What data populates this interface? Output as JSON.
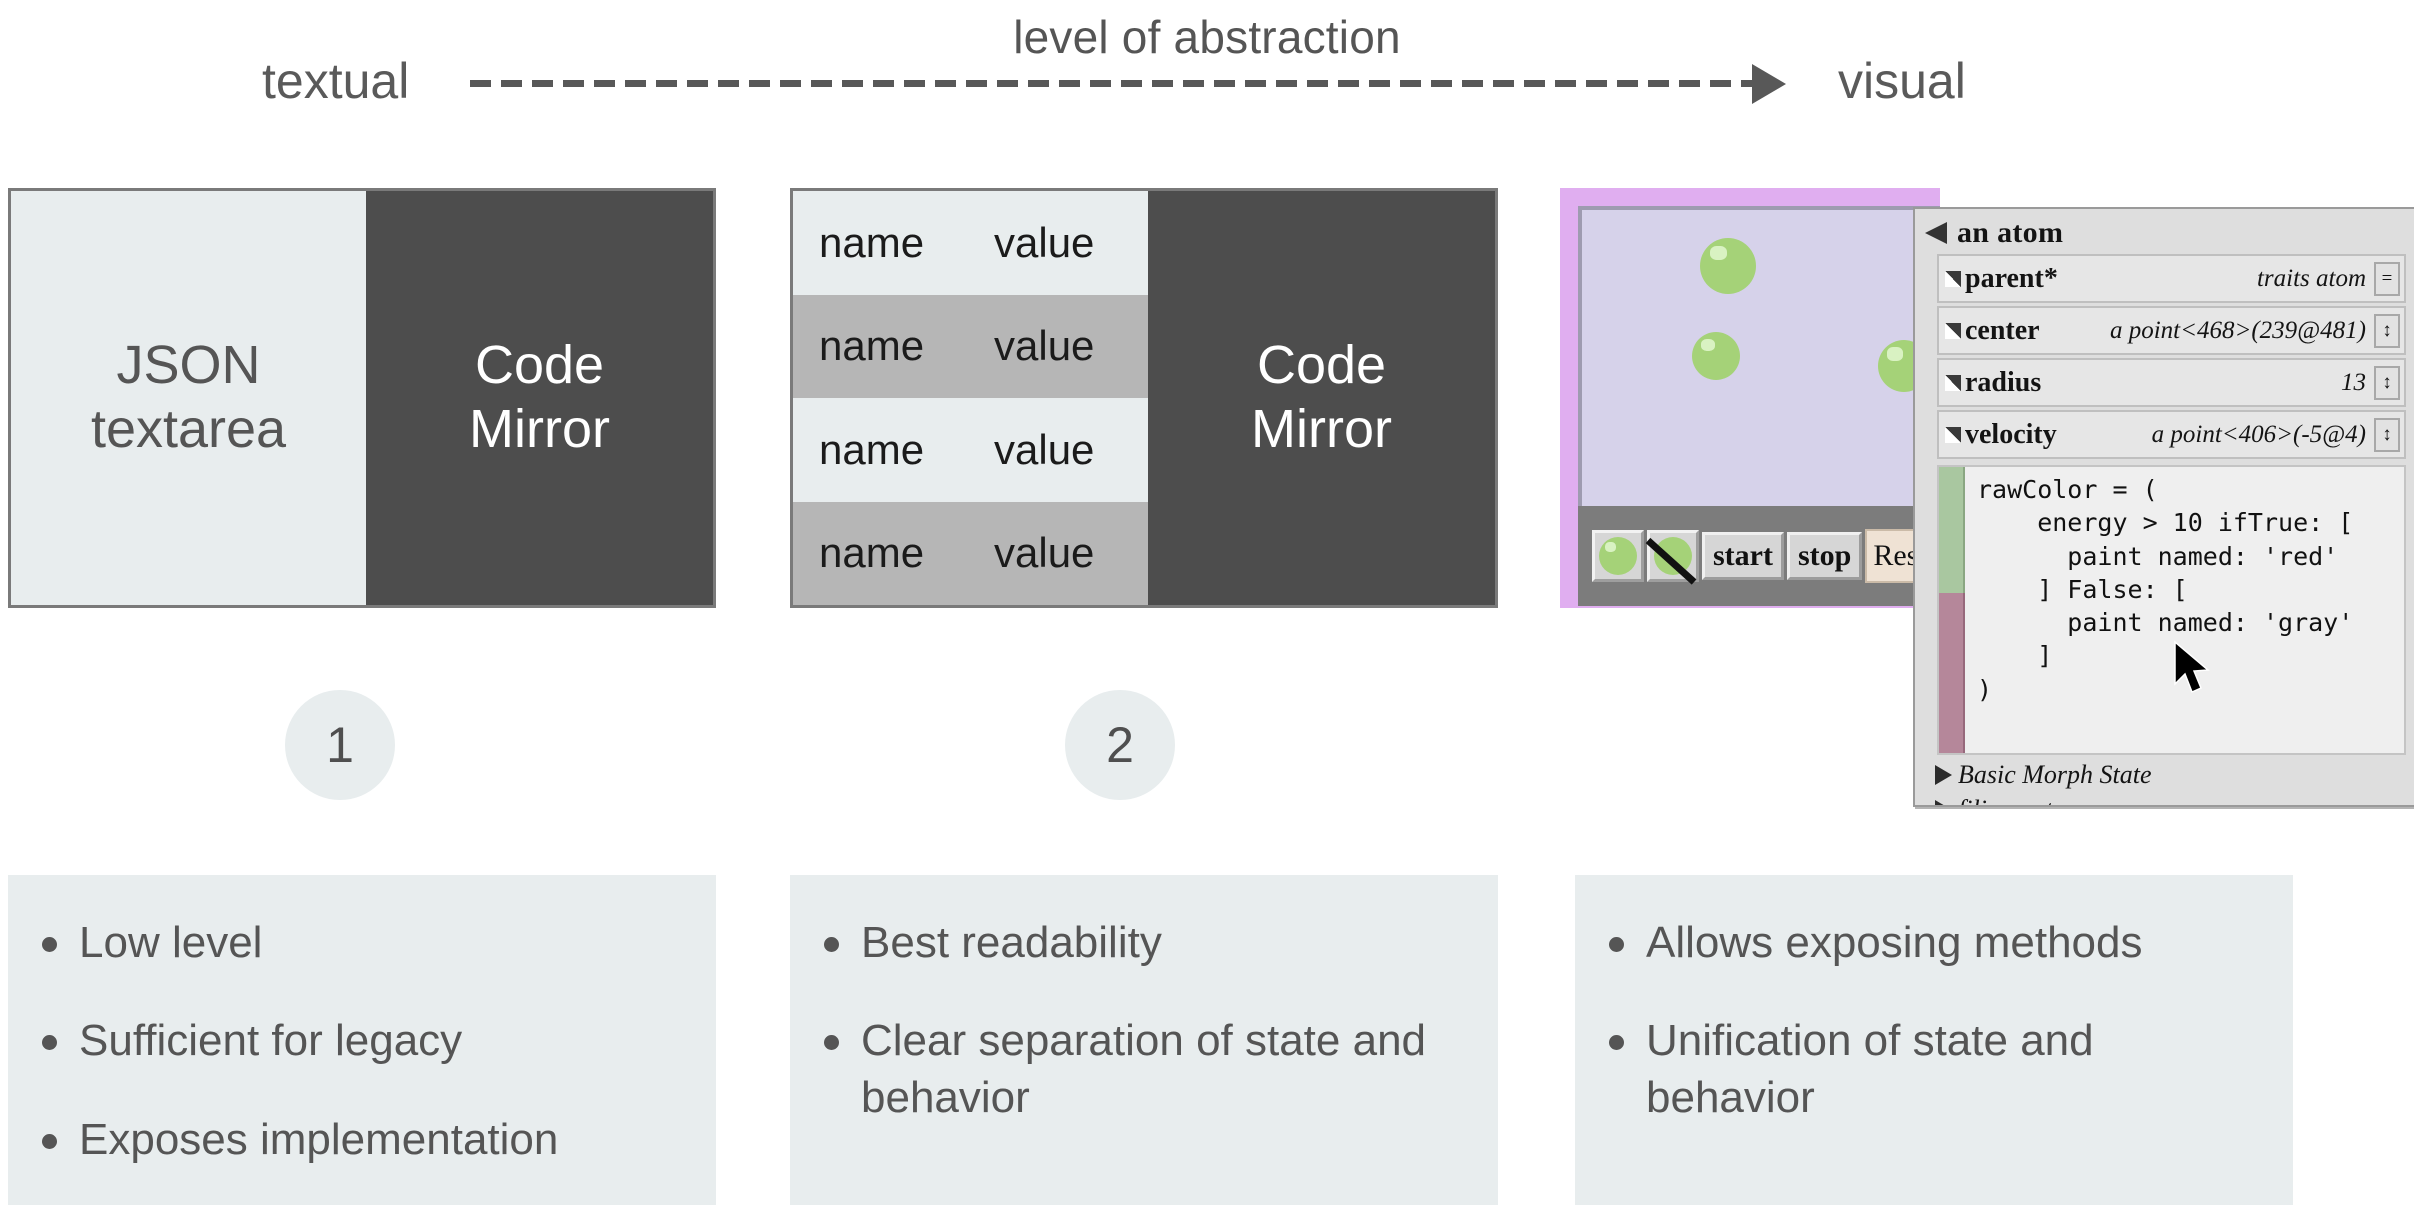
{
  "axis": {
    "caption": "level of abstraction",
    "left_label": "textual",
    "right_label": "visual",
    "arrow_icon": "arrow-right-icon",
    "line_color": "#585858"
  },
  "panels": [
    {
      "number": "1",
      "left_label": "JSON\ntextarea",
      "left_line1": "JSON",
      "left_line2": "textarea",
      "right_line1": "Code",
      "right_line2": "Mirror",
      "left_bg": "#e8edee",
      "right_bg": "#4d4d4d"
    },
    {
      "number": "2",
      "right_line1": "Code",
      "right_line2": "Mirror",
      "rows": [
        {
          "name": "name",
          "value": "value"
        },
        {
          "name": "name",
          "value": "value"
        },
        {
          "name": "name",
          "value": "value"
        },
        {
          "name": "name",
          "value": "value"
        }
      ],
      "row_bg_odd": "#e8edee",
      "row_bg_even": "#b6b6b6"
    }
  ],
  "morphic": {
    "frame_color": "#e0aef0",
    "canvas_color": "#d6d2ea",
    "ball_color": "#a5d278",
    "toolbar": {
      "start_label": "start",
      "stop_label": "stop",
      "field_value": "Resi",
      "ball_button_icon": "ball-icon",
      "ball_slash_button_icon": "ball-slash-icon"
    }
  },
  "inspector": {
    "title": "an atom",
    "title_icon": "collapse-triangle-icon",
    "rows": [
      {
        "name": "parent*",
        "value": "traits atom",
        "control": "="
      },
      {
        "name": "center",
        "value": "a point<468>(239@481)",
        "control": "↕"
      },
      {
        "name": "radius",
        "value": "13",
        "control": "↕"
      },
      {
        "name": "velocity",
        "value": "a point<406>(-5@4)",
        "control": "↕"
      }
    ],
    "code": "rawColor = (\n    energy > 10 ifTrue: [\n      paint named: 'red'\n    ] False: [\n      paint named: 'gray'\n    ]\n)",
    "bar_top_color": "#a9c7a0",
    "bar_bottom_color": "#b5879a",
    "footer": [
      {
        "label": "Basic Morph State",
        "icon": "expand-triangle-icon"
      },
      {
        "label": "filing out",
        "icon": "expand-triangle-icon"
      }
    ],
    "cursor_icon": "mouse-pointer-icon"
  },
  "badges": [
    {
      "label": "1"
    },
    {
      "label": "2"
    }
  ],
  "bullet_boxes": [
    {
      "items": [
        "Low level",
        "Sufficient for legacy",
        "Exposes implementation"
      ]
    },
    {
      "items": [
        "Best readability",
        "Clear separation of state and behavior"
      ]
    },
    {
      "items": [
        "Allows exposing methods",
        "Unification of state and behavior"
      ]
    }
  ]
}
